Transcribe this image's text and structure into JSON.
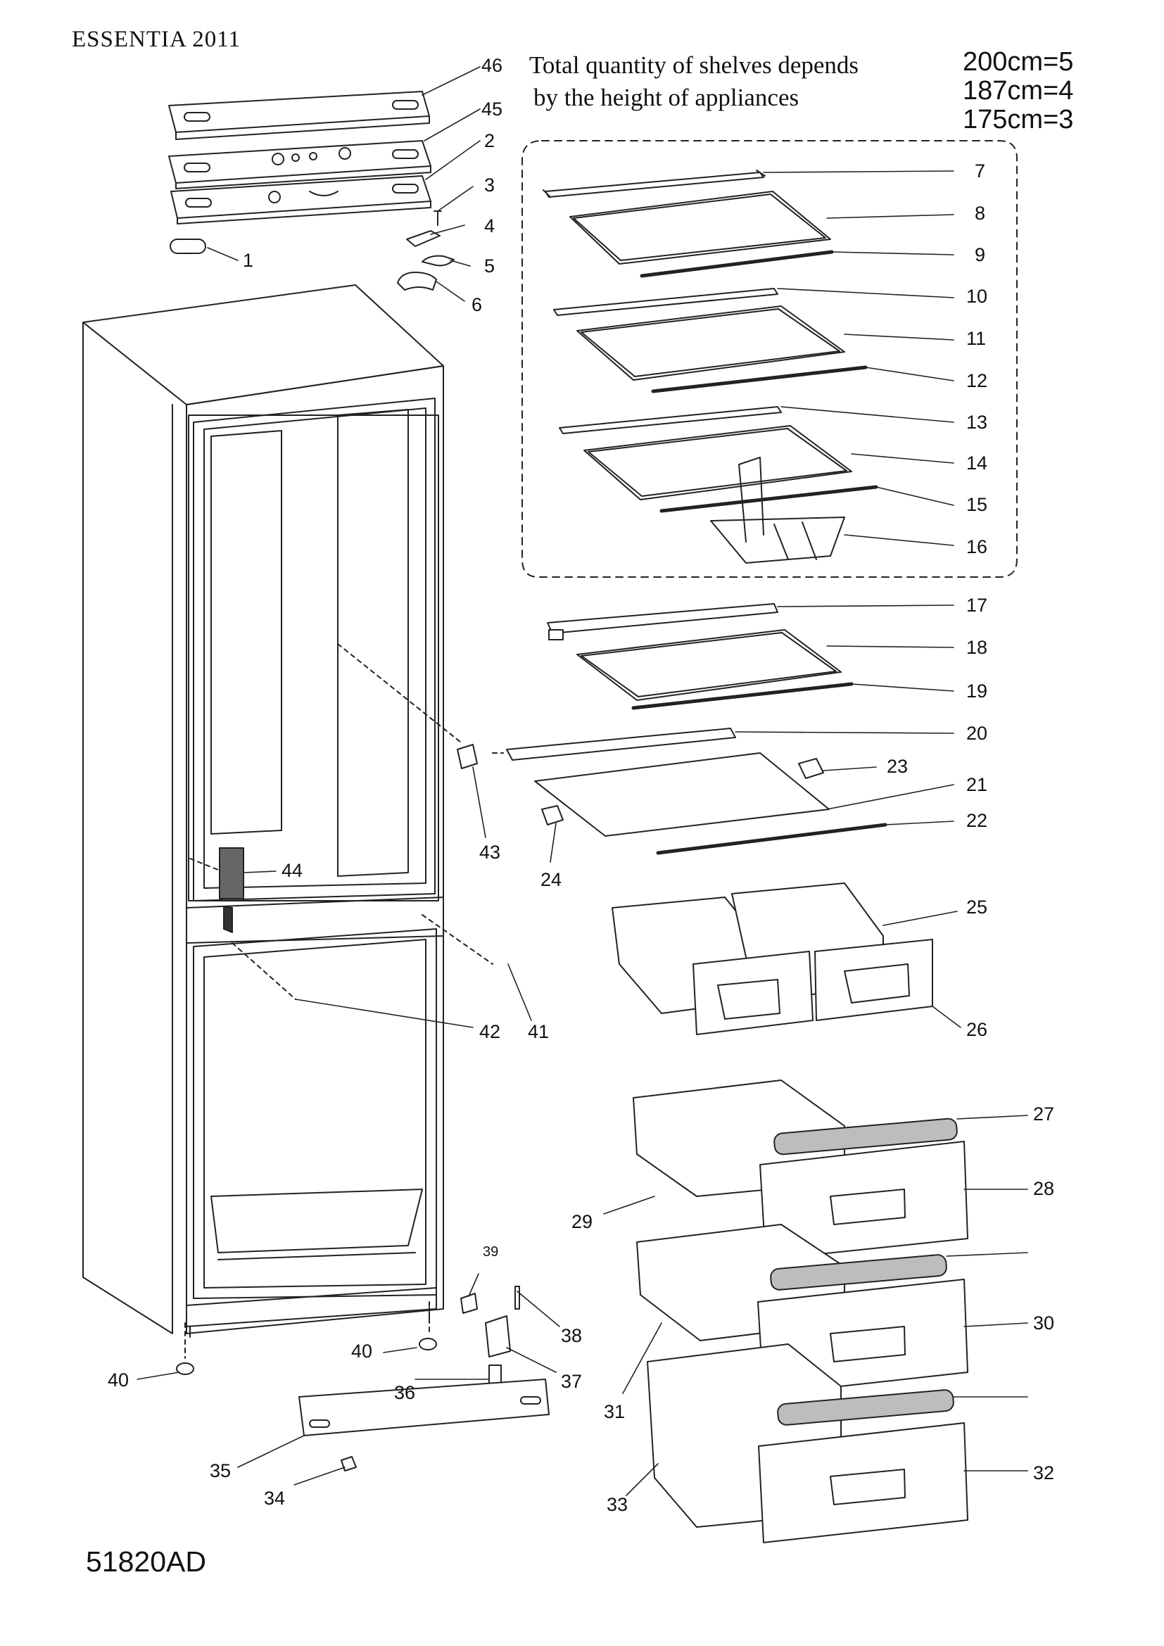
{
  "header": {
    "model": "ESSENTIA 2011",
    "note_lines": [
      "Total quantity of shelves depends",
      "by the height of appliances"
    ],
    "shelf_counts": [
      "200cm=5",
      "187cm=4",
      "175cm=3"
    ]
  },
  "footer": {
    "drawing_code": "51820AD"
  },
  "part_labels": [
    "46",
    "45",
    "2",
    "3",
    "4",
    "1",
    "5",
    "6",
    "7",
    "8",
    "9",
    "10",
    "11",
    "12",
    "13",
    "14",
    "15",
    "16",
    "17",
    "18",
    "19",
    "20",
    "23",
    "21",
    "22",
    "24",
    "43",
    "44",
    "25",
    "26",
    "42",
    "41",
    "27",
    "28",
    "29",
    "30",
    "31",
    "32",
    "33",
    "39",
    "38",
    "40",
    "36",
    "37",
    "35",
    "34"
  ],
  "colors": {
    "line": "#222222",
    "fill": "#ffffff",
    "gasket": "#bdbdbd"
  }
}
